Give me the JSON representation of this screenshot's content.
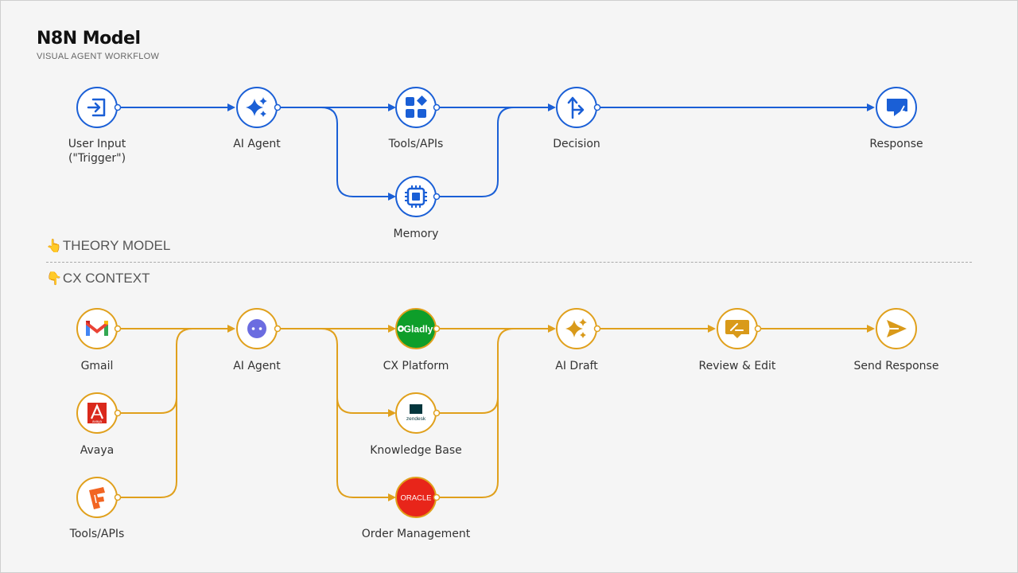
{
  "header": {
    "title": "N8N Model",
    "subtitle": "VISUAL AGENT WORKFLOW"
  },
  "sections": {
    "theory_label": "THEORY MODEL",
    "cx_label": "CX CONTEXT",
    "theory_hand_icon": "pointing-up-hand-icon",
    "cx_hand_icon": "pointing-down-hand-icon"
  },
  "colors": {
    "theory_line": "#1a5fd6",
    "cx_line": "#e0a01c",
    "node_fill": "#ffffff"
  },
  "theory_nodes": [
    {
      "id": "user-input",
      "label_line1": "User Input",
      "label_line2": "(\"Trigger\")",
      "icon": "login-arrow-icon"
    },
    {
      "id": "ai-agent",
      "label_line1": "AI Agent",
      "label_line2": "",
      "icon": "sparkle-icon"
    },
    {
      "id": "tools-apis",
      "label_line1": "Tools/APIs",
      "label_line2": "",
      "icon": "apps-grid-icon"
    },
    {
      "id": "memory",
      "label_line1": "Memory",
      "label_line2": "",
      "icon": "chip-icon"
    },
    {
      "id": "decision",
      "label_line1": "Decision",
      "label_line2": "",
      "icon": "split-arrow-icon"
    },
    {
      "id": "response",
      "label_line1": "Response",
      "label_line2": "",
      "icon": "chat-bolt-icon"
    }
  ],
  "cx_nodes": [
    {
      "id": "gmail",
      "label": "Gmail",
      "icon": "gmail-logo-icon"
    },
    {
      "id": "avaya",
      "label": "Avaya",
      "icon": "avaya-logo-icon",
      "logo_text": "avaya"
    },
    {
      "id": "tools-apis-cx",
      "label": "Tools/APIs",
      "icon": "fivetran-logo-icon"
    },
    {
      "id": "ai-agent-cx",
      "label": "AI Agent",
      "icon": "bot-face-icon"
    },
    {
      "id": "cx-platform",
      "label": "CX Platform",
      "icon": "gladly-logo-icon",
      "logo_text": "Gladly"
    },
    {
      "id": "knowledge-base",
      "label": "Knowledge Base",
      "icon": "zendesk-logo-icon",
      "logo_text": "zendesk"
    },
    {
      "id": "order-management",
      "label": "Order Management",
      "icon": "oracle-logo-icon",
      "logo_text": "ORACLE"
    },
    {
      "id": "ai-draft",
      "label": "AI Draft",
      "icon": "sparkle-icon"
    },
    {
      "id": "review-edit",
      "label": "Review & Edit",
      "icon": "edit-box-icon"
    },
    {
      "id": "send-response",
      "label": "Send Response",
      "icon": "send-arrow-icon"
    }
  ]
}
